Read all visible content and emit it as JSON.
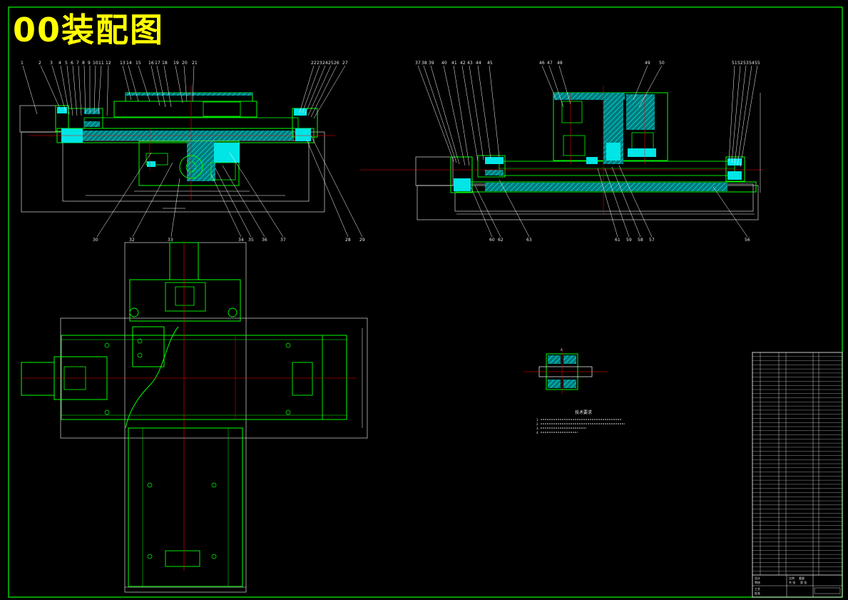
{
  "title": "00装配图",
  "colors": {
    "background": "#000000",
    "outline": "#00ff00",
    "section_fill": "#00ffff",
    "hatch": "#00c8c8",
    "centerline": "#ff0000",
    "dimension": "#ffffff",
    "title_text": "#ffff00"
  },
  "top_left_view": {
    "callouts_top": [
      "1",
      "2",
      "3",
      "4",
      "5",
      "6",
      "7",
      "8",
      "9",
      "10",
      "11",
      "12",
      "13",
      "14",
      "15",
      "16",
      "17",
      "18",
      "19",
      "20",
      "21"
    ],
    "callouts_right_top": [
      "22",
      "23",
      "24",
      "25",
      "26",
      "27"
    ],
    "callouts_bottom": [
      "30",
      "32",
      "33",
      "34",
      "35",
      "36",
      "37",
      "28",
      "29"
    ]
  },
  "top_right_view": {
    "callouts_top_left": [
      "37",
      "38",
      "39",
      "40",
      "41",
      "42",
      "43",
      "44",
      "45"
    ],
    "callouts_top_mid": [
      "46",
      "47",
      "48"
    ],
    "callouts_top_right": [
      "49",
      "50"
    ],
    "callouts_top_far_right": [
      "51",
      "52",
      "53",
      "54",
      "55"
    ],
    "callouts_bottom": [
      "60",
      "62",
      "63",
      "61",
      "59",
      "58",
      "57",
      "56"
    ]
  },
  "detail_view": {
    "label": "A"
  },
  "tech_notes": {
    "title": "技术要求",
    "items": [
      "1.",
      "2.",
      "3.",
      "4."
    ]
  },
  "title_block": {
    "row_count": 54,
    "footer_labels": [
      "设计",
      "审核",
      "工艺",
      "批准",
      "比例",
      "重量",
      "共 张",
      "第 张"
    ]
  }
}
